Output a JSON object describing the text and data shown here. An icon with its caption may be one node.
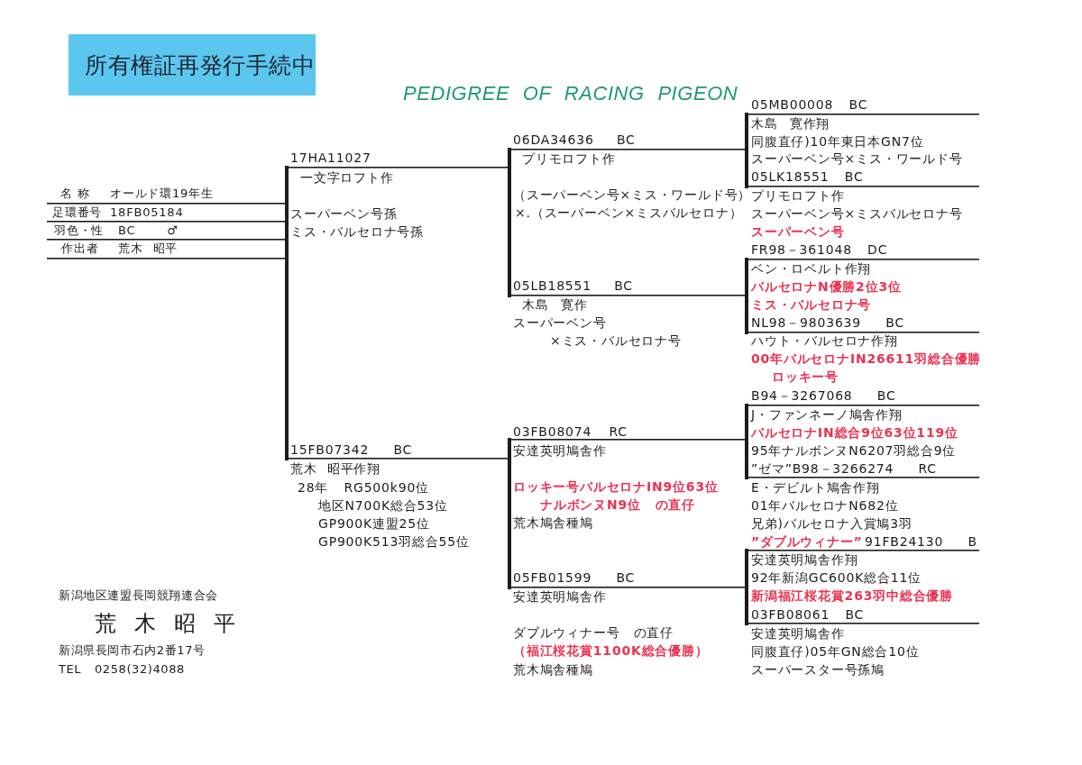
{
  "diagram": {
    "title": "PEDIGREE OF RACING PIGEON",
    "nodes": [
      {
        "text": [
          "所有権証再発行手続中"
        ]
      },
      {
        "text": [
          "名 称",
          "オールド環19年生",
          "足環番号",
          "18FB05184",
          "羽色・性",
          "BC ♂",
          "作出者",
          "荒木 昭平"
        ]
      },
      {
        "text": [
          "17HA11027",
          "一文字ロフト作",
          "スーパーベン号孫",
          "ミス・バルセロナ号孫"
        ]
      },
      {
        "text": [
          "15FB07342 BC",
          "荒木 昭平作翔",
          "28年 RG500k90位",
          "地区N700K総合53位",
          "GP900K連盟25位",
          "GP900K513羽総合55位"
        ]
      },
      {
        "text": [
          "06DA34636 BC",
          "プリモロフト作",
          "（スーパーベン号×ミス・ワールド号）",
          "×.（スーパーベン×ミスバルセロナ）"
        ]
      },
      {
        "text": [
          "05LB18551 BC",
          "木島 寛作",
          "スーパーベン号",
          "×ミス・バルセロナ号"
        ]
      },
      {
        "text": [
          "03FB08074 RC",
          "安達英明鳩舎作",
          "ロッキー号バルセロナIN9位63位",
          "ナルボンヌN9位 の直仔",
          "荒木鳩舎種鳩"
        ]
      },
      {
        "text": [
          "05FB01599 BC",
          "安達英明鳩舎作",
          "ダブルウィナー号 の直仔",
          "（福江桜花賞1100K総合優勝）",
          "荒木鳩舎種鳩"
        ]
      },
      {
        "text": [
          "05MB00008 BC",
          "木島 寛作翔",
          "同腹直仔)10年東日本GN7位",
          "スーパーベン号×ミス・ワールド号"
        ]
      },
      {
        "text": [
          "05LK18551 BC",
          "プリモロフト作",
          "スーパーベン号×ミスバルセロナ号"
        ]
      },
      {
        "text": [
          "スーパーベン号",
          "FR98－361048 DC",
          "ベン・ロベルト作翔",
          "バルセロナN優勝2位3位"
        ]
      },
      {
        "text": [
          "ミス・バルセロナ号",
          "NL98－9803639 BC",
          "ハウト・バルセロナ作翔",
          "00年バルセロナIN26611羽総合優勝"
        ]
      },
      {
        "text": [
          "ロッキー号",
          "B94－3267068 BC",
          "J・ファンネーノ鳩舎作翔",
          "バルセロナIN総合9位63位119位",
          "95年ナルボンヌN6207羽総合9位"
        ]
      },
      {
        "text": [
          "”ゼマ”B98－3266274 RC",
          "E・デビルト鳩舎作翔",
          "01年バルセロナN682位",
          "兄弟)バルセロナ入賞鳩3羽"
        ]
      },
      {
        "text": [
          "”ダブルウィナー”",
          "91FB24130 B",
          "安達英明鳩舎作翔",
          "92年新潟GC600K総合11位",
          "新潟福江桜花賞263羽中総合優勝"
        ]
      },
      {
        "text": [
          "03FB08061 BC",
          "安達英明鳩舎作",
          "同腹直仔)05年GN総合10位",
          "スーパースター号孫鳩"
        ]
      }
    ],
    "edges": [
      {
        "from": 1,
        "to": 2,
        "arrow": "none"
      },
      {
        "from": 1,
        "to": 3,
        "arrow": "none"
      },
      {
        "from": 2,
        "to": 4,
        "arrow": "none"
      },
      {
        "from": 2,
        "to": 5,
        "arrow": "none"
      },
      {
        "from": 3,
        "to": 6,
        "arrow": "none"
      },
      {
        "from": 3,
        "to": 7,
        "arrow": "none"
      },
      {
        "from": 4,
        "to": 8,
        "arrow": "none"
      },
      {
        "from": 4,
        "to": 9,
        "arrow": "none"
      },
      {
        "from": 5,
        "to": 10,
        "arrow": "none"
      },
      {
        "from": 5,
        "to": 11,
        "arrow": "none"
      },
      {
        "from": 6,
        "to": 12,
        "arrow": "none"
      },
      {
        "from": 6,
        "to": 13,
        "arrow": "none"
      },
      {
        "from": 7,
        "to": 14,
        "arrow": "none"
      },
      {
        "from": 7,
        "to": 15,
        "arrow": "none"
      }
    ],
    "labels": [
      "新潟地区連盟長岡競翔連合会",
      "荒木昭平",
      "新潟県長岡市石内2番17号",
      "TEL 0258(32)4088"
    ]
  }
}
